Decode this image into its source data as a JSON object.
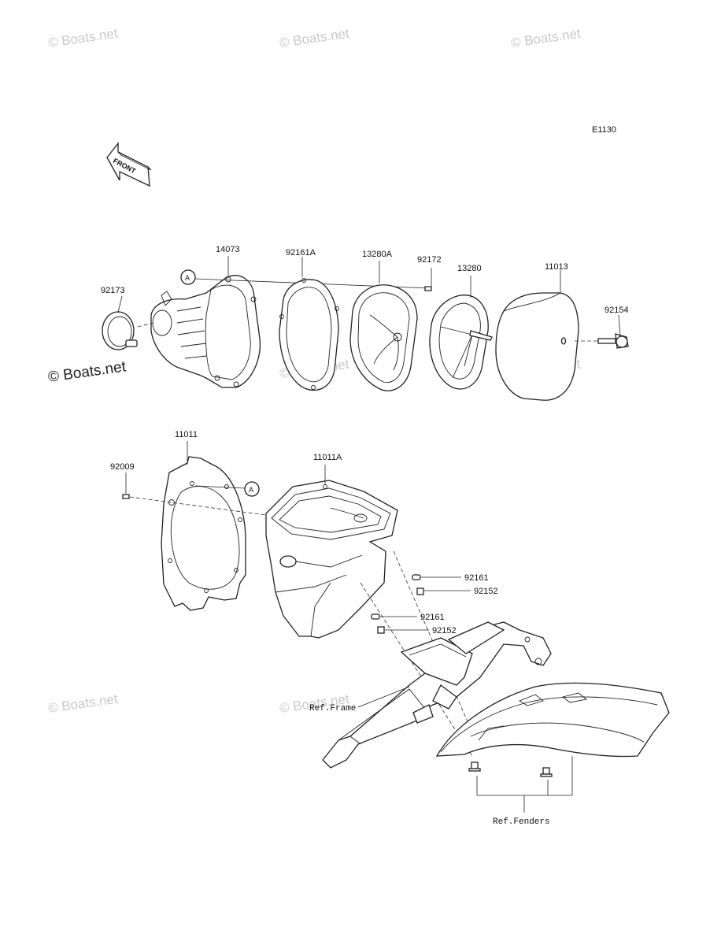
{
  "diagram_code": "E1130",
  "front_arrow_label": "FRONT",
  "callout_a": "A",
  "watermark": "© Boats.net",
  "parts": {
    "p14073": "14073",
    "p92161a": "92161A",
    "p13280a": "13280A",
    "p92172": "92172",
    "p13280": "13280",
    "p11013": "11013",
    "p92154": "92154",
    "p92173": "92173",
    "p11011": "11011",
    "p92009": "92009",
    "p11011a": "11011A",
    "p92161_1": "92161",
    "p92152_1": "92152",
    "p92161_2": "92161",
    "p92152_2": "92152"
  },
  "refs": {
    "frame": "Ref.Frame",
    "fenders": "Ref.Fenders"
  }
}
